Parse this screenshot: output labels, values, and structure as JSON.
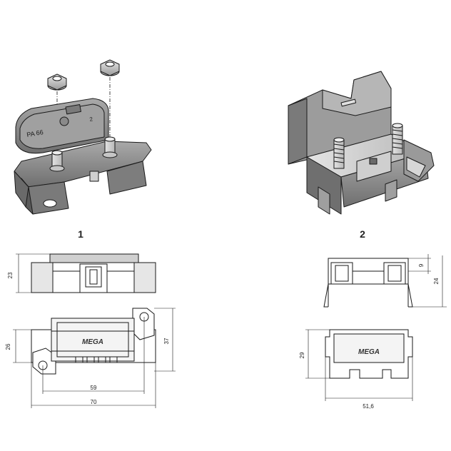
{
  "figure_labels": {
    "holder_1": "1",
    "holder_2": "2"
  },
  "dimensions": {
    "h1_side_height": "23",
    "h1_top_width_26": "26",
    "h1_top_height_37": "37",
    "h1_hole_spacing": "59",
    "h1_overall_length": "70",
    "h2_upper_9": "9",
    "h2_side_height": "24",
    "h2_top_depth": "29",
    "h2_top_width": "51,6"
  },
  "parts": {
    "h1_body_marking": "PA 66",
    "h1_rating": "2",
    "logo_text": "MEGA"
  },
  "colors": {
    "body_gray": "#8a8a8a",
    "dark_gray": "#5a5a5a",
    "light_gray": "#c8c8c8",
    "line": "#1a1a1a"
  }
}
